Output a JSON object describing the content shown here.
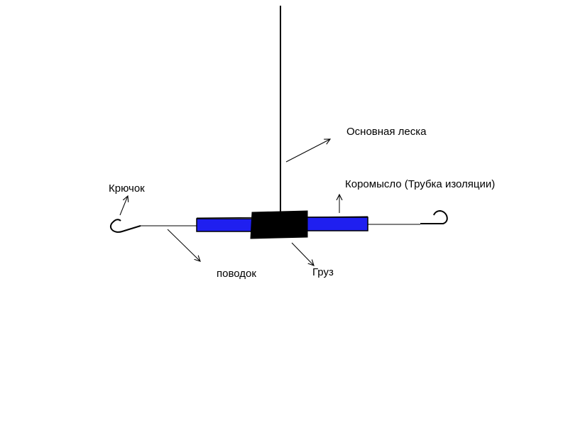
{
  "labels": {
    "main_line": "Основная леска",
    "rocker": "Коромысло (Трубка изоляции)",
    "hook": "Крючок",
    "leader": "поводок",
    "weight": "Груз"
  },
  "colors": {
    "background": "#ffffff",
    "line": "#000000",
    "tube": "#1f1ff0",
    "weight": "#000000"
  }
}
